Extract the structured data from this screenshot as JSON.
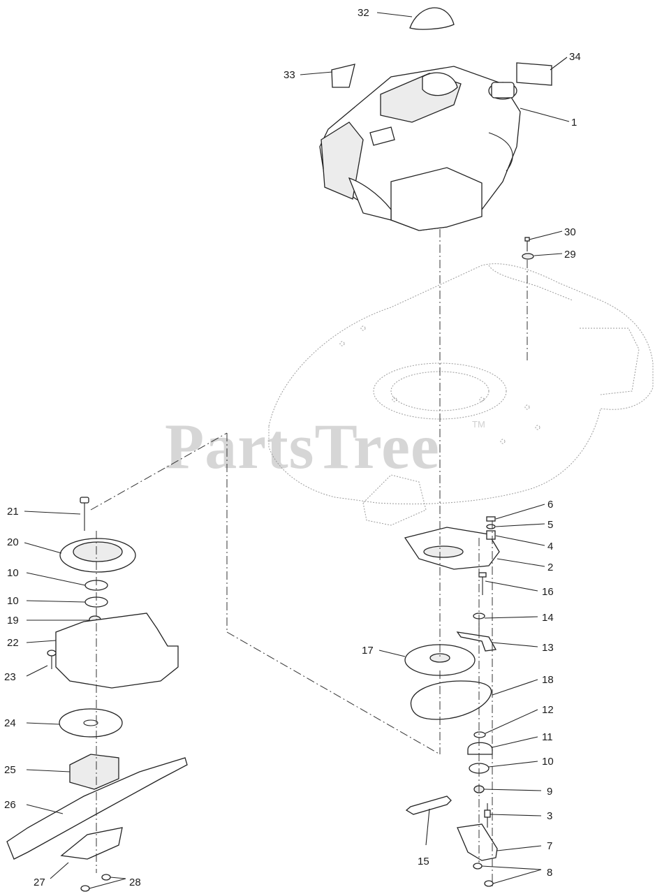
{
  "watermark": {
    "brand": "PartsTree",
    "mark": "TM"
  },
  "callouts": [
    {
      "id": "c1",
      "text": "1"
    },
    {
      "id": "c2",
      "text": "2"
    },
    {
      "id": "c3",
      "text": "3"
    },
    {
      "id": "c4",
      "text": "4"
    },
    {
      "id": "c5",
      "text": "5"
    },
    {
      "id": "c6",
      "text": "6"
    },
    {
      "id": "c7",
      "text": "7"
    },
    {
      "id": "c8",
      "text": "8"
    },
    {
      "id": "c9",
      "text": "9"
    },
    {
      "id": "c10a",
      "text": "10"
    },
    {
      "id": "c10b",
      "text": "10"
    },
    {
      "id": "c10c",
      "text": "10"
    },
    {
      "id": "c11",
      "text": "11"
    },
    {
      "id": "c12",
      "text": "12"
    },
    {
      "id": "c13",
      "text": "13"
    },
    {
      "id": "c14",
      "text": "14"
    },
    {
      "id": "c15",
      "text": "15"
    },
    {
      "id": "c16",
      "text": "16"
    },
    {
      "id": "c17",
      "text": "17"
    },
    {
      "id": "c18",
      "text": "18"
    },
    {
      "id": "c19",
      "text": "19"
    },
    {
      "id": "c20",
      "text": "20"
    },
    {
      "id": "c21",
      "text": "21"
    },
    {
      "id": "c22",
      "text": "22"
    },
    {
      "id": "c23",
      "text": "23"
    },
    {
      "id": "c24",
      "text": "24"
    },
    {
      "id": "c25",
      "text": "25"
    },
    {
      "id": "c26",
      "text": "26"
    },
    {
      "id": "c27",
      "text": "27"
    },
    {
      "id": "c28",
      "text": "28"
    },
    {
      "id": "c29",
      "text": "29"
    },
    {
      "id": "c30",
      "text": "30"
    },
    {
      "id": "c32",
      "text": "32"
    },
    {
      "id": "c33",
      "text": "33"
    },
    {
      "id": "c34",
      "text": "34"
    }
  ]
}
